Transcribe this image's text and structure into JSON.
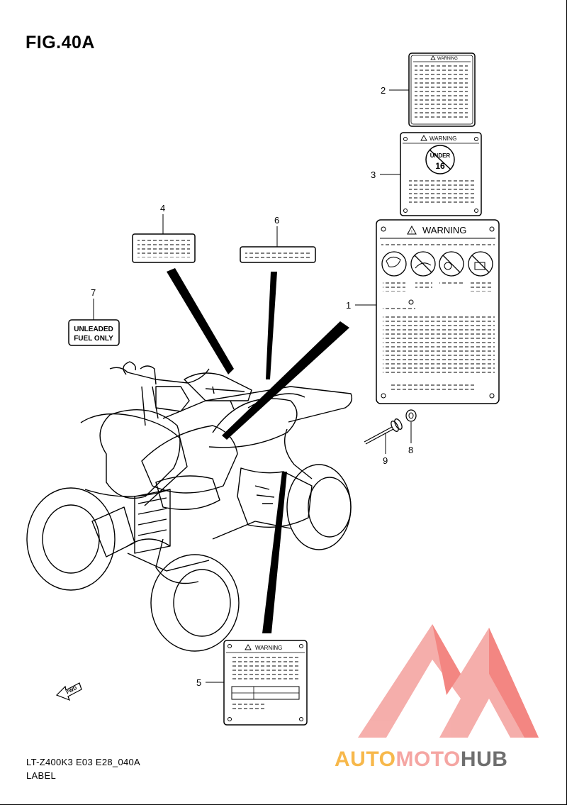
{
  "figure": {
    "title": "FIG.40A"
  },
  "footer": {
    "model": "LT-Z400K3 E03 E28_040A",
    "section": "LABEL"
  },
  "callouts": [
    "1",
    "2",
    "3",
    "4",
    "5",
    "6",
    "7",
    "8",
    "9"
  ],
  "labels": {
    "warning_text": "WARNING",
    "under_age_top": "UNDER",
    "under_age_num": "16",
    "fuel_line1": "UNLEADED",
    "fuel_line2": "FUEL ONLY",
    "fwd": "FWD"
  },
  "watermark": {
    "part1": "AUTO",
    "part2": "MOTO",
    "part3": "HUB"
  },
  "colors": {
    "ink": "#000000",
    "watermark_red": "#f15a55",
    "watermark_orange": "#f7b84b",
    "watermark_gray": "#6e6e6e"
  }
}
